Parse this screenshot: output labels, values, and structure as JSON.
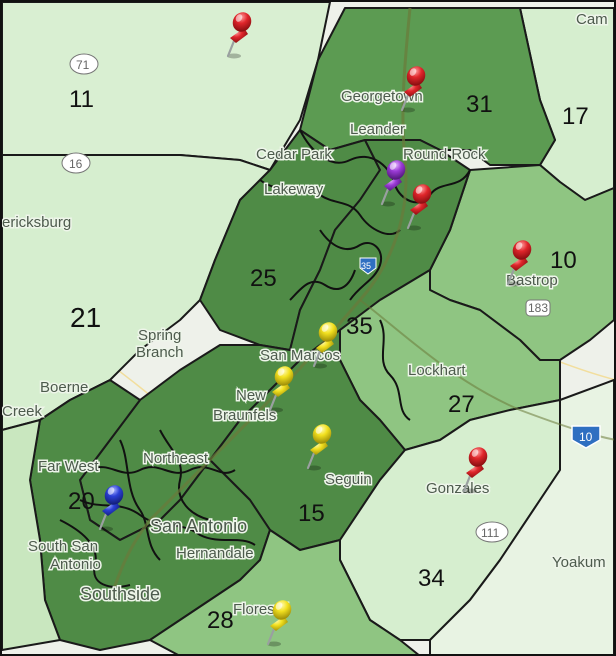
{
  "districts": [
    {
      "id": "11",
      "label": "11"
    },
    {
      "id": "31",
      "label": "31"
    },
    {
      "id": "17",
      "label": "17"
    },
    {
      "id": "10",
      "label": "10"
    },
    {
      "id": "25",
      "label": "25"
    },
    {
      "id": "35",
      "label": "35"
    },
    {
      "id": "21",
      "label": "21"
    },
    {
      "id": "27",
      "label": "27"
    },
    {
      "id": "20",
      "label": "20"
    },
    {
      "id": "15",
      "label": "15"
    },
    {
      "id": "34",
      "label": "34"
    },
    {
      "id": "28",
      "label": "28"
    }
  ],
  "cities": [
    {
      "id": "georgetown",
      "label": "Georgetown"
    },
    {
      "id": "leander",
      "label": "Leander"
    },
    {
      "id": "cedar-park",
      "label": "Cedar Park"
    },
    {
      "id": "round-rock",
      "label": "Round Rock"
    },
    {
      "id": "lakeway",
      "label": "Lakeway"
    },
    {
      "id": "bastrop",
      "label": "Bastrop"
    },
    {
      "id": "fredericksburg",
      "label": "ericksburg"
    },
    {
      "id": "spring-branch",
      "label": "Spring\nBranch"
    },
    {
      "id": "san-marcos",
      "label": "San Marcos"
    },
    {
      "id": "lockhart",
      "label": "Lockhart"
    },
    {
      "id": "boerne",
      "label": "Boerne"
    },
    {
      "id": "new-braunfels",
      "label": "New\nBraunfels"
    },
    {
      "id": "creek",
      "label": "Creek"
    },
    {
      "id": "far-west-side",
      "label": "Far West"
    },
    {
      "id": "northeast-side",
      "label": "Northeast"
    },
    {
      "id": "seguin",
      "label": "Seguin"
    },
    {
      "id": "gonzales",
      "label": "Gonzales"
    },
    {
      "id": "san-antonio",
      "label": "San Antonio"
    },
    {
      "id": "south-san-antonio",
      "label": "South San\nAntonio"
    },
    {
      "id": "hernandale",
      "label": "Hernandale"
    },
    {
      "id": "southside",
      "label": "Southside"
    },
    {
      "id": "floresville",
      "label": "Floresvil"
    },
    {
      "id": "yoakum",
      "label": "Yoakum"
    },
    {
      "id": "cameron",
      "label": "Cam"
    }
  ],
  "highways": [
    {
      "id": "hw-71",
      "label": "71"
    },
    {
      "id": "hw-16",
      "label": "16"
    },
    {
      "id": "hw-183",
      "label": "183"
    },
    {
      "id": "hw-111",
      "label": "111"
    },
    {
      "id": "hw-10",
      "label": "10"
    },
    {
      "id": "hw-35",
      "label": "35"
    }
  ],
  "pins": [
    {
      "id": "pin-north",
      "color": "red"
    },
    {
      "id": "pin-georgetown",
      "color": "red"
    },
    {
      "id": "pin-austin-purple",
      "color": "purple"
    },
    {
      "id": "pin-austin-red",
      "color": "red"
    },
    {
      "id": "pin-bastrop",
      "color": "red"
    },
    {
      "id": "pin-san-marcos",
      "color": "yellow"
    },
    {
      "id": "pin-new-braunfels",
      "color": "yellow"
    },
    {
      "id": "pin-seguin",
      "color": "yellow"
    },
    {
      "id": "pin-gonzales",
      "color": "red"
    },
    {
      "id": "pin-san-antonio",
      "color": "blue"
    },
    {
      "id": "pin-floresville",
      "color": "yellow"
    }
  ],
  "colors": {
    "dark_green": "#4f8b46",
    "mid_green": "#8cc07f",
    "light_green": "#c7e6bd",
    "pale_green": "#e3f2dc",
    "base_map": "#eef1ea",
    "pin_red": "#e0262b",
    "pin_yellow": "#f2e01f",
    "pin_purple": "#9b3bd6",
    "pin_blue": "#2a3fd6"
  }
}
